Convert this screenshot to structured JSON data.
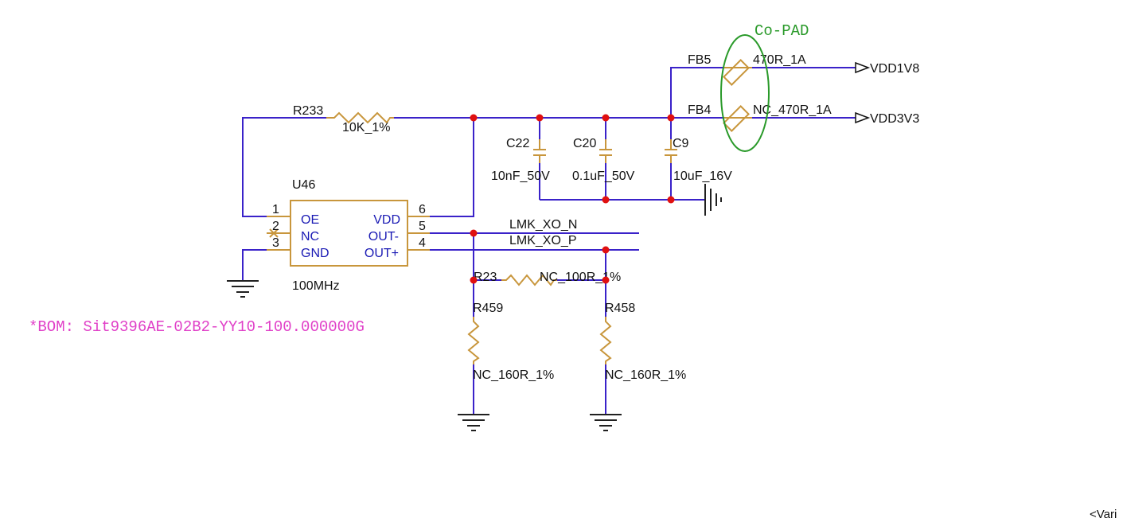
{
  "colors": {
    "wire": "#3a22c9",
    "component": "#c8963c",
    "junction": "#e01010",
    "pin_text": "#1a1ab4",
    "copad": "#2a9a2a",
    "bom": "#e040c8"
  },
  "chip": {
    "ref": "U46",
    "value": "100MHz",
    "pins": [
      {
        "num": "1",
        "name": "OE"
      },
      {
        "num": "2",
        "name": "NC"
      },
      {
        "num": "3",
        "name": "GND"
      },
      {
        "num": "6",
        "name": "VDD"
      },
      {
        "num": "5",
        "name": "OUT-"
      },
      {
        "num": "4",
        "name": "OUT+"
      }
    ]
  },
  "r233": {
    "ref": "R233",
    "value": "10K_1%"
  },
  "caps": [
    {
      "ref": "C22",
      "value": "10nF_50V"
    },
    {
      "ref": "C20",
      "value": "0.1uF_50V"
    },
    {
      "ref": "C9",
      "value": "10uF_16V"
    }
  ],
  "ferrites": [
    {
      "ref": "FB5",
      "value": "470R_1A",
      "net": "VDD1V8"
    },
    {
      "ref": "FB4",
      "value": "NC_470R_1A",
      "net": "VDD3V3"
    }
  ],
  "copad": "Co-PAD",
  "nets": {
    "xo_n": "LMK_XO_N",
    "xo_p": "LMK_XO_P"
  },
  "r23": {
    "ref": "R23",
    "value": "NC_100R_1%"
  },
  "r459": {
    "ref": "R459",
    "value": "NC_160R_1%"
  },
  "r458": {
    "ref": "R458",
    "value": "NC_160R_1%"
  },
  "bom": "*BOM: Sit9396AE-02B2-YY10-100.000000G",
  "corner_text": "<Vari"
}
